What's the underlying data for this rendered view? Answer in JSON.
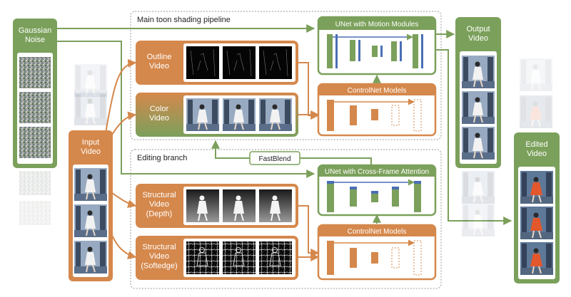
{
  "colors": {
    "green": "#7ba05b",
    "green_dark": "#5f8a45",
    "orange": "#d5884c",
    "blue": "#4a6fb5",
    "frame": "#9a9a9a",
    "text": "#222222"
  },
  "sections": {
    "main": "Main toon shading pipeline",
    "editing": "Editing branch"
  },
  "nodes": {
    "gaussian_noise": "Gaussian\nNoise",
    "input_video": "Input\nVideo",
    "outline_video": "Outline\nVideo",
    "color_video": "Color\nVideo",
    "structural_depth": "Structural\nVideo\n(Depth)",
    "structural_softedge": "Structural\nVideo\n(Softedge)",
    "unet_motion": "UNet with Motion Modules",
    "controlnet_top": "ControlNet Models",
    "unet_cross": "UNet with Cross-Frame Attention",
    "controlnet_bottom": "ControlNet Models",
    "fastblend": "FastBlend",
    "output_video": "Output\nVideo",
    "edited_video": "Edited\nVideo"
  },
  "icons": {
    "noise": "noise-frame-icon",
    "photo": "video-frame-icon",
    "edge": "edge-map-icon",
    "depth": "depth-map-icon"
  }
}
